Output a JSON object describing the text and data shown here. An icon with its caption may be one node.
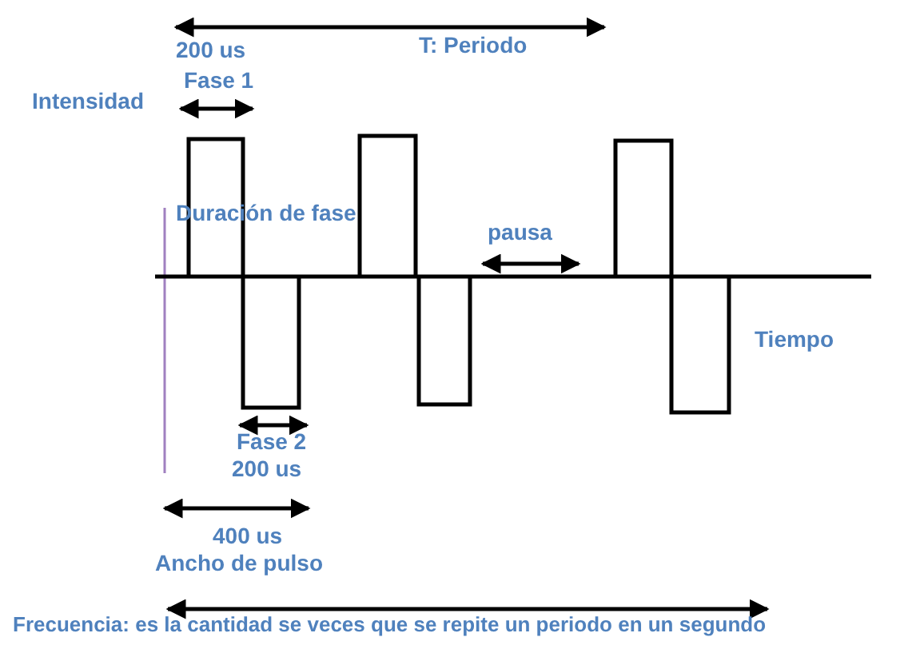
{
  "diagram": {
    "labels": [
      "200 us",
      "T: Periodo",
      "Fase 1",
      "Intensidad",
      "Duración de fase",
      "pausa",
      "Tiempo",
      "Fase 2",
      "200 us",
      "400 us",
      "Ancho de pulso",
      "Frecuencia: es la cantidad se veces que se repite un periodo en un segundo"
    ]
  }
}
